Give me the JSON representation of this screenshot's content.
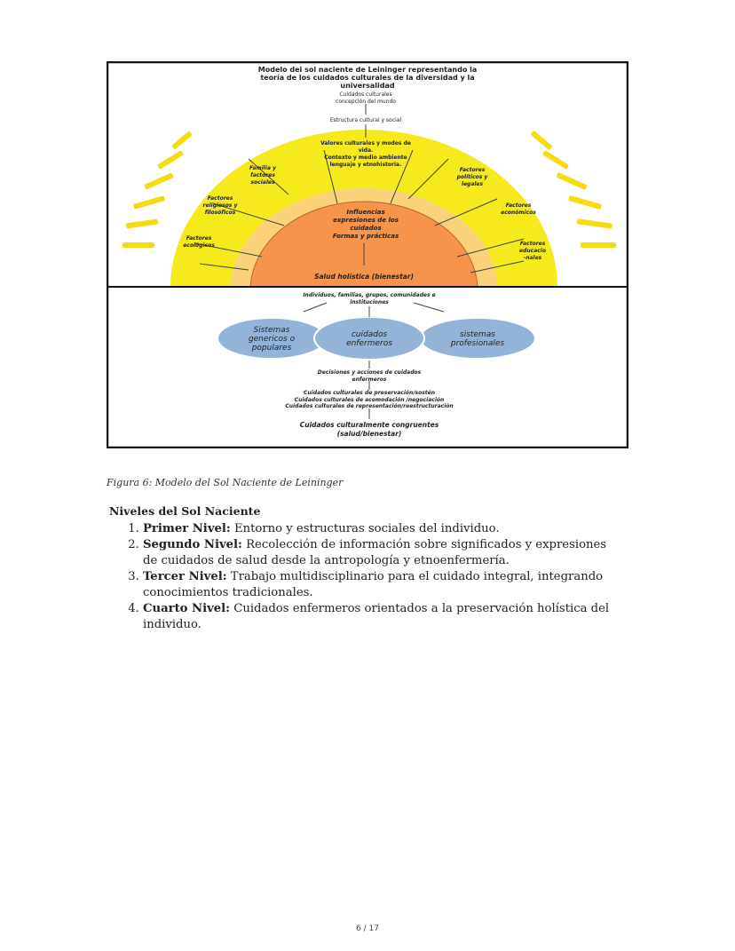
{
  "figure": {
    "title_lines": [
      "Modelo del sol naciente de Leininger representando la",
      "teoría de los cuidados culturales  de la diversidad y la",
      "universalidad"
    ],
    "top_label_lines": [
      "Cuidados culturales",
      "concepción del mundo"
    ],
    "structure_label": "Estructura cultural y social",
    "values_lines": [
      "Valores culturales y modos de",
      "vida.",
      "Contexto y medio ambiente",
      "lenguaje y etnohistoria."
    ],
    "family_lines": [
      "Familia y",
      "factores",
      "sociales"
    ],
    "political_lines": [
      "Factores",
      "políticos y",
      "legales"
    ],
    "religious_lines": [
      "Factores",
      "religiosos y",
      "filosóficos"
    ],
    "economic_lines": [
      "Factores",
      "económicos"
    ],
    "ecological_lines": [
      "Factores",
      "ecológicos"
    ],
    "education_lines": [
      "Factores",
      "educacio",
      "-nales"
    ],
    "influences_lines": [
      "Influencias",
      "expresiones de los",
      "cuidados",
      "Formas y prácticas"
    ],
    "holistic_health": "Salud holística (bienestar)",
    "individuals_lines": [
      "Individuos, familias, grupos, comunidades e",
      "instituciones"
    ],
    "ellipse_left_lines": [
      "Sistemas",
      "genericos o",
      "populares"
    ],
    "ellipse_center_lines": [
      "cuidados",
      "enfermeros"
    ],
    "ellipse_right_lines": [
      "sistemas",
      "profesionales"
    ],
    "decisions_lines": [
      "Decisiones y acciones de cuidados",
      "enfermeros"
    ],
    "care_lines": [
      "Cuidados culturales de preservación/sostén",
      "Cuidados culturales de acomodación /negociación",
      "Cuidados culturales de representación/reestructuración"
    ],
    "congruent_lines": [
      "Cuidados culturalmente congruentes",
      "(salud/bienestar)"
    ]
  },
  "caption": "Figura 6: Modelo del Sol Naciente de Leininger",
  "section": {
    "heading": "Niveles del Sol Naciente",
    "items": [
      {
        "label": "Primer Nivel:",
        "text": " Entorno y estructuras sociales del individuo."
      },
      {
        "label": "Segundo Nivel:",
        "text": " Recolección de información sobre significados y expresiones de cuidados de salud desde la antropología y etnoenfermería."
      },
      {
        "label": "Tercer Nivel:",
        "text": " Trabajo multidisciplinario para el cuidado integral, integrando conocimientos tradicionales."
      },
      {
        "label": "Cuarto Nivel:",
        "text": " Cuidados enfermeros orientados a la preservación holística del individuo."
      }
    ]
  },
  "footer": {
    "page": "6 / 17"
  },
  "colors": {
    "sun_yellow": "#f7ea1c",
    "sun_light": "#fbd27a",
    "sun_core": "#f5944a",
    "ellipse_blue": "#93b3d9"
  }
}
